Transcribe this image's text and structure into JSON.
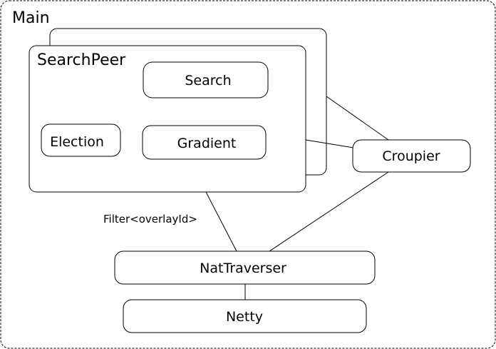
{
  "diagram": {
    "main_label": "Main",
    "search_peer_label": "SearchPeer",
    "search_label": "Search",
    "election_label": "Election",
    "gradient_label": "Gradient",
    "croupier_label": "Croupier",
    "filter_label": "Filter<overlayId>",
    "nat_traverser_label": "NatTraverser",
    "netty_label": "Netty"
  }
}
